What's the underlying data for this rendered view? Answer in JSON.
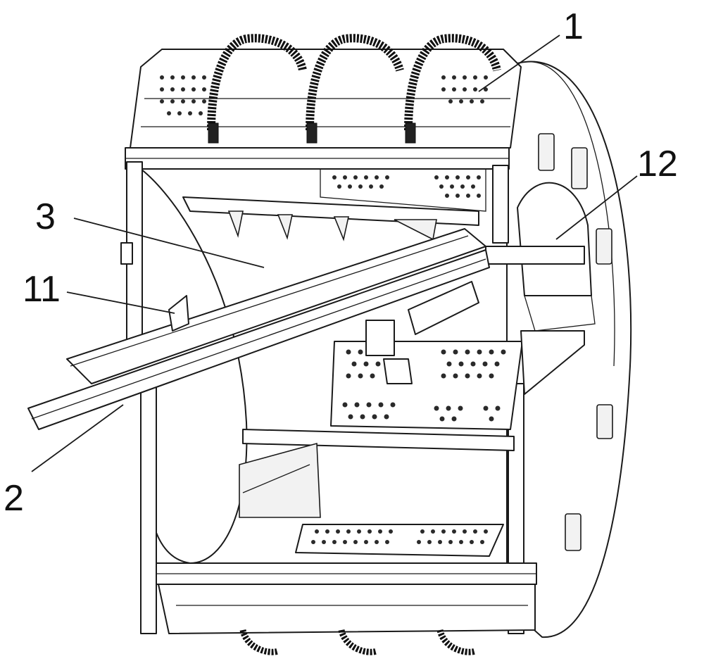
{
  "labels": {
    "l1": "1",
    "l2": "2",
    "l3": "3",
    "l11": "11",
    "l12": "12"
  }
}
